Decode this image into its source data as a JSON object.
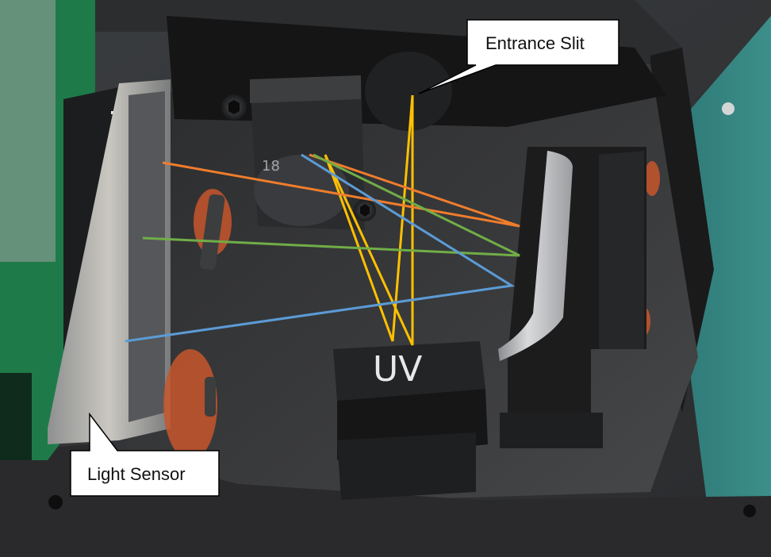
{
  "annotations": {
    "entrance_slit": "Entrance Slit",
    "light_sensor": "Light Sensor"
  },
  "components": {
    "mirror_label": "UV"
  },
  "colors": {
    "ray_orange": "#f07d2c",
    "ray_yellow": "#ffc000",
    "ray_green": "#70ad47",
    "ray_blue": "#5b9bd5",
    "callout_fill": "#ffffff",
    "callout_stroke": "#000000",
    "housing": "#1c1c1c",
    "pcb": "#1f7a4a",
    "sealant": "#c7562b"
  },
  "icons": {
    "screw": "hex-socket-screw-icon"
  }
}
